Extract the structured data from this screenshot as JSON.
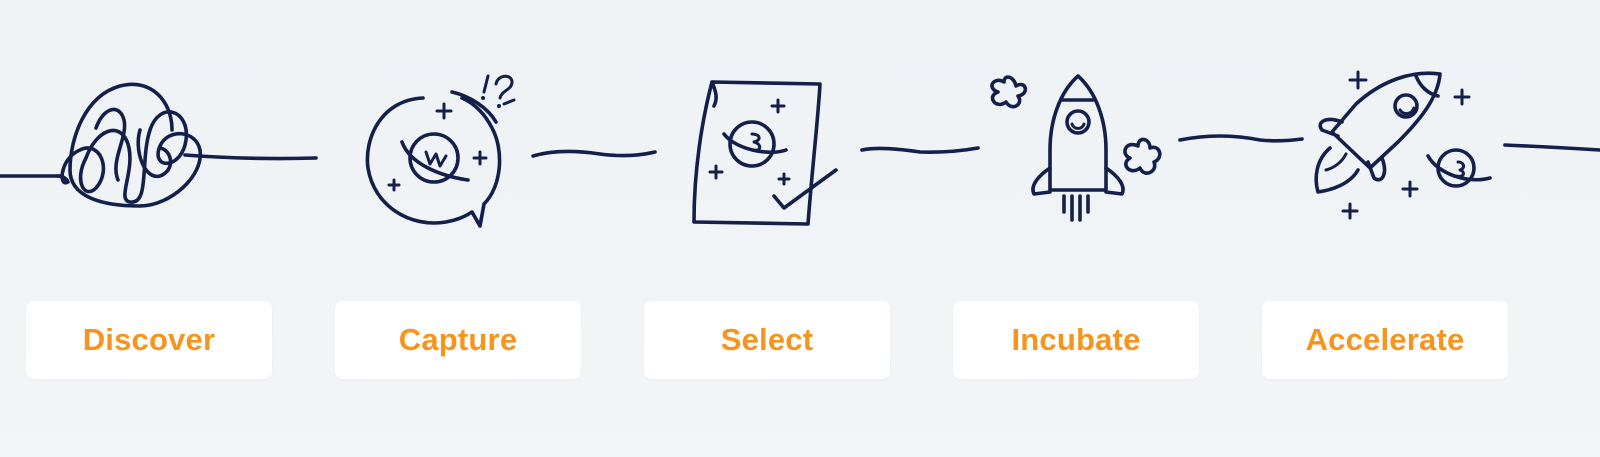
{
  "theme": {
    "background": "#eef2f5",
    "ink": "#14204a",
    "accent": "#f7941d",
    "card_background": "#ffffff"
  },
  "stages": [
    {
      "label": "Discover",
      "icon": "tangled-scribble-icon"
    },
    {
      "label": "Capture",
      "icon": "speech-bubble-planet-icon"
    },
    {
      "label": "Select",
      "icon": "document-planet-checkmark-icon"
    },
    {
      "label": "Incubate",
      "icon": "rocket-on-launchpad-icon"
    },
    {
      "label": "Accelerate",
      "icon": "rocket-in-flight-icon"
    }
  ]
}
